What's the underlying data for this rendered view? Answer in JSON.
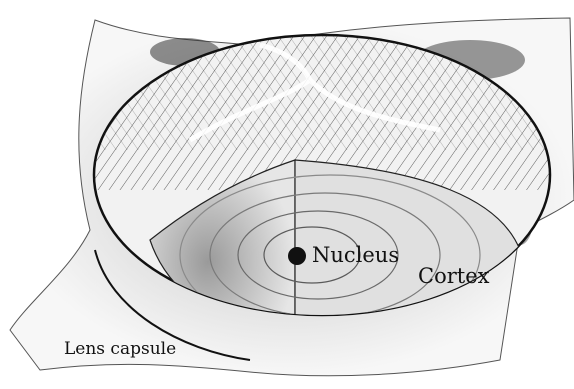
{
  "figure": {
    "labels": {
      "nucleus": "Nucleus",
      "cortex": "Cortex",
      "lens_capsule": "Lens capsule"
    },
    "style": {
      "ink": "#111111",
      "background": "#ffffff"
    }
  }
}
